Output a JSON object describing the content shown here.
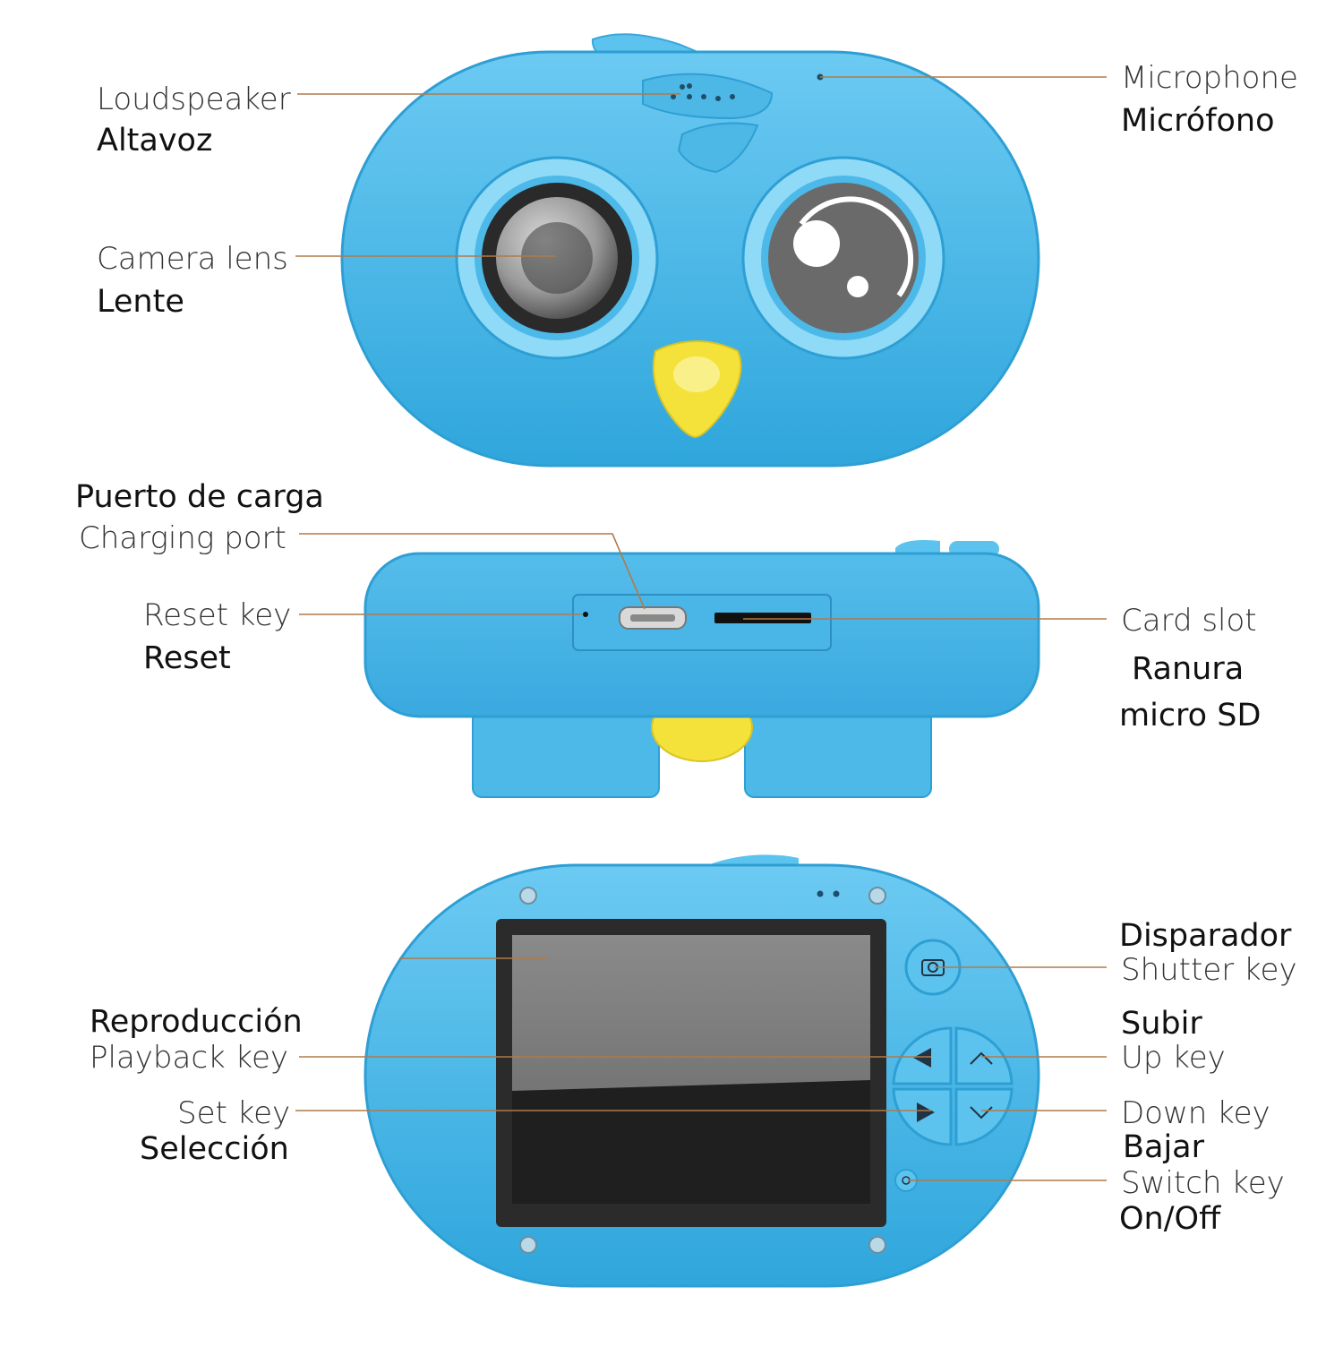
{
  "colors": {
    "body": "#47b8ea",
    "body_light": "#7fd3f5",
    "body_dark": "#2a9bd0",
    "beak": "#f4e23a",
    "leader_line": "#b07a4a",
    "screen": "#7f7f7f"
  },
  "labels": {
    "loudspeaker_en": "Loudspeaker",
    "loudspeaker_es": "Altavoz",
    "camera_lens_en": "Camera lens",
    "camera_lens_es": "Lente",
    "microphone_en": "Microphone",
    "microphone_es": "Micrófono",
    "charging_port_es": "Puerto de carga",
    "charging_port_en": "Charging port",
    "reset_key_en": "Reset key",
    "reset_key_es": "Reset",
    "card_slot_en": "Card slot",
    "card_slot_es_1": "Ranura",
    "card_slot_es_2": "micro SD",
    "shutter_es": "Disparador",
    "shutter_en": "Shutter key",
    "playback_es": "Reproducción",
    "playback_en": "Playback key",
    "up_es": "Subir",
    "up_en": "Up key",
    "set_en": "Set key",
    "set_es": "Selección",
    "down_en": "Down key",
    "down_es": "Bajar",
    "switch_en": "Switch key",
    "switch_es": "On/Off"
  }
}
